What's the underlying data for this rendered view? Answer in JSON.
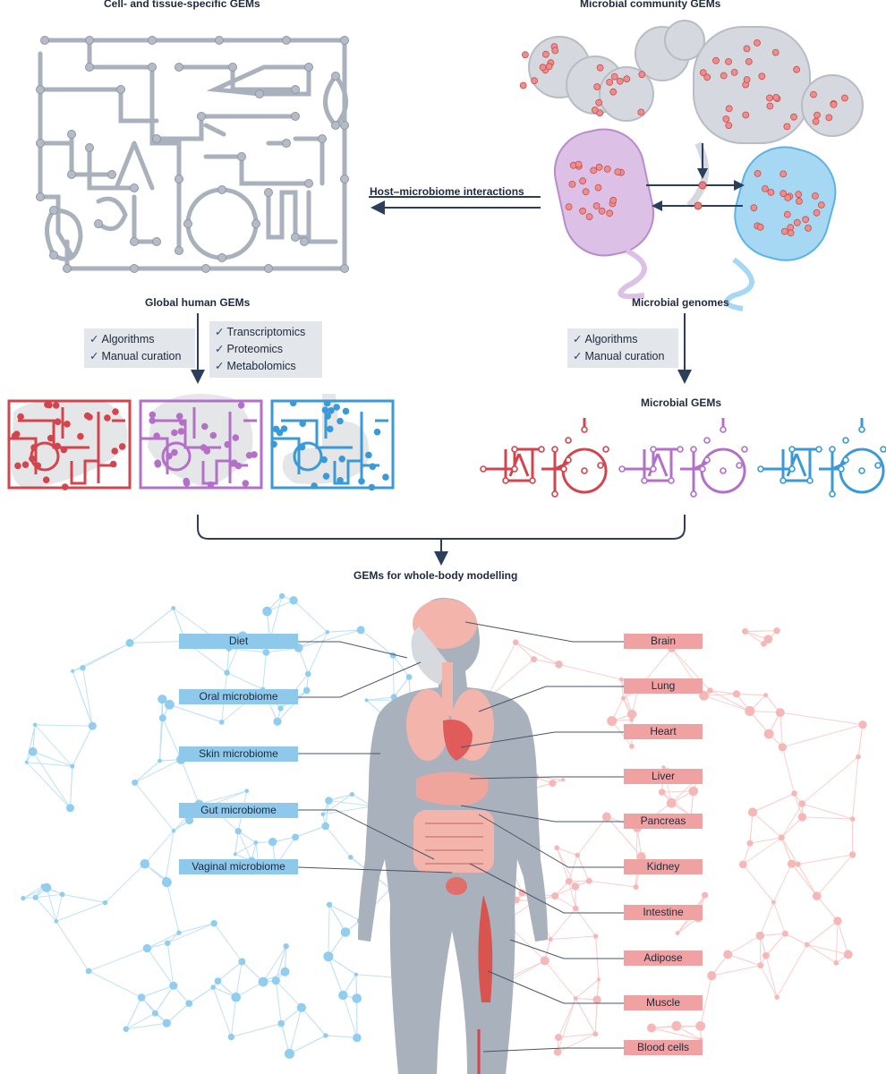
{
  "titles": {
    "cell_tissue": "Cell- and tissue-specific GEMs",
    "microbial_community": "Microbial community GEMs",
    "host_microbiome": "Host–microbiome interactions",
    "global_human": "Global human GEMs",
    "microbial_genomes": "Microbial genomes",
    "microbial_gems": "Microbial GEMs",
    "whole_body": "GEMs for whole-body modelling"
  },
  "left_methods": [
    "Algorithms",
    "Manual curation"
  ],
  "omics": [
    "Transcriptomics",
    "Proteomics",
    "Metabolomics"
  ],
  "right_methods": [
    "Algorithms",
    "Manual curation"
  ],
  "check_symbol": "✓",
  "blue_labels": [
    "Diet",
    "Oral microbiome",
    "Skin microbiome",
    "Gut microbiome",
    "Vaginal microbiome"
  ],
  "red_labels": [
    "Brain",
    "Lung",
    "Heart",
    "Liver",
    "Pancreas",
    "Kidney",
    "Intestine",
    "Adipose",
    "Muscle",
    "Blood cells"
  ],
  "colors": {
    "network_gray": "#a9b1bd",
    "liver_red": "#d4444c",
    "brain_purple": "#b470c8",
    "gut_blue": "#3a9ad8",
    "label_blue": "#8ec8ea",
    "label_red": "#f0a2a2",
    "arrow": "#2b3f5c"
  }
}
